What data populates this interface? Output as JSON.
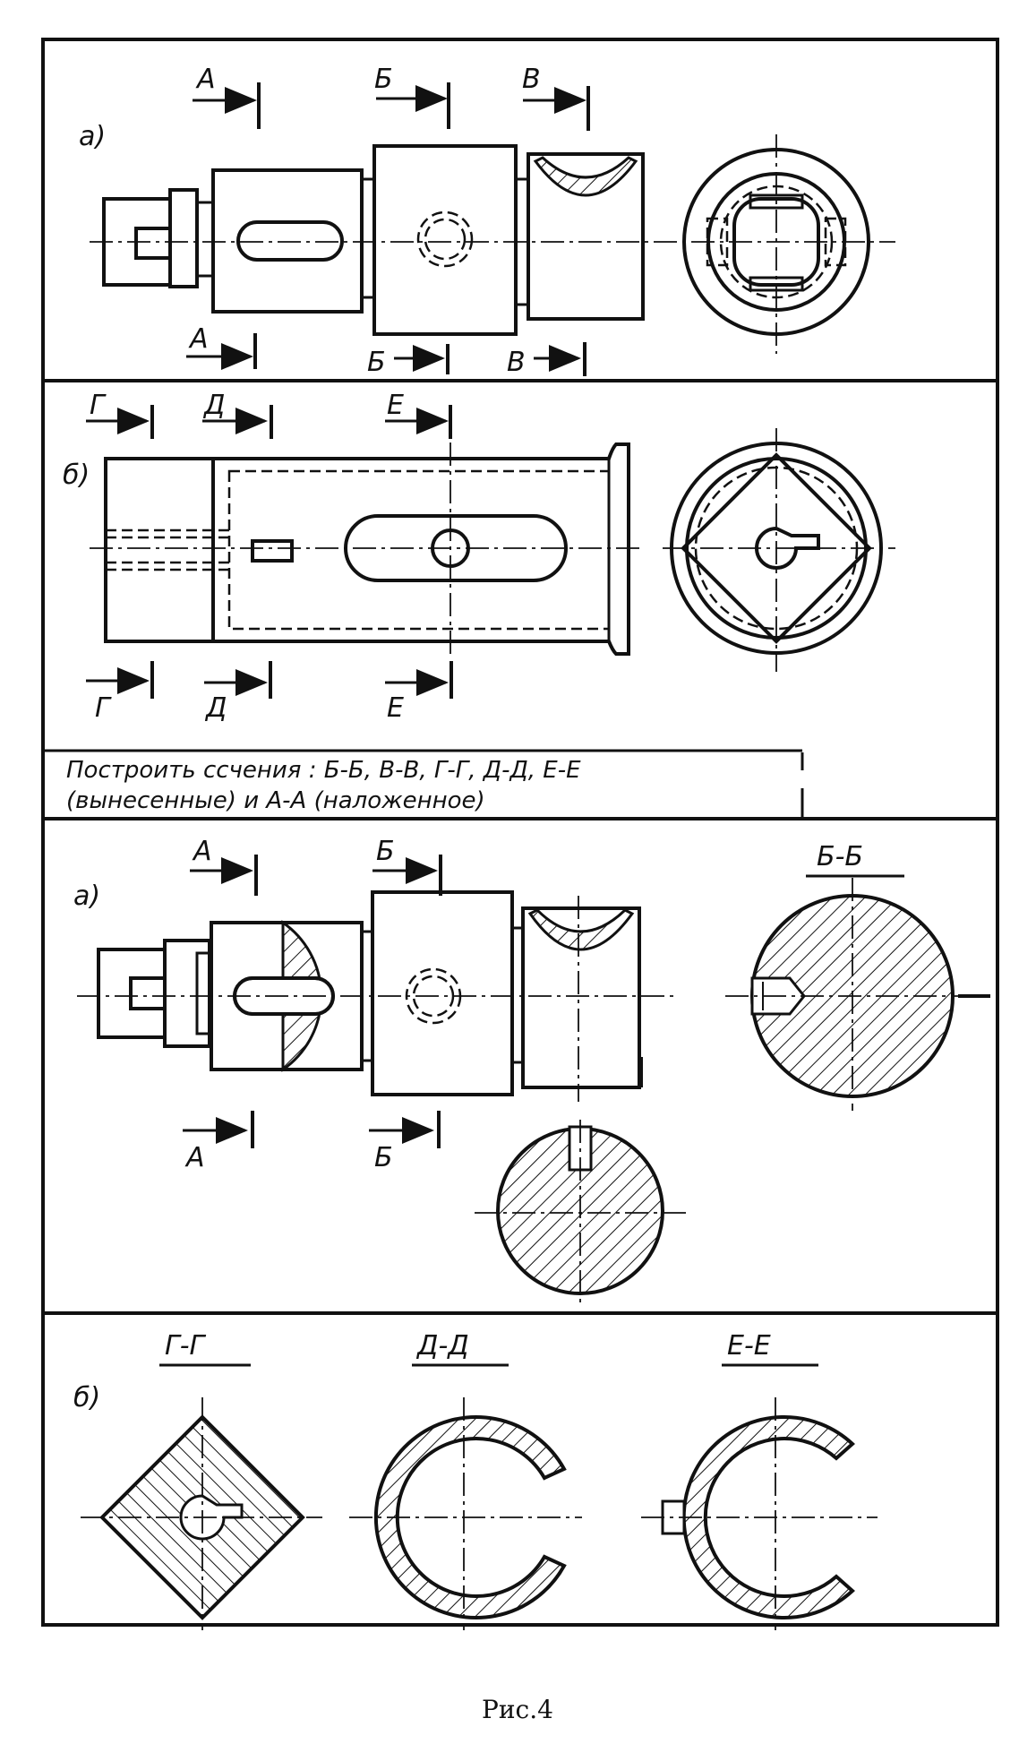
{
  "figure": {
    "caption": "Рис.4"
  },
  "panel_top": {
    "part_a": {
      "label": "а)",
      "section_marks": [
        "А",
        "Б",
        "В"
      ]
    },
    "part_b": {
      "label": "б)",
      "section_marks": [
        "Г",
        "Д",
        "Е"
      ]
    }
  },
  "task": {
    "line1": "Построить  ссчения : Б-Б,  В-В, Г-Г, Д-Д, Е-Е",
    "line2": "(вынесенные)   и  А-А (наложенное)"
  },
  "panel_bottom": {
    "part_a": {
      "label": "а)",
      "section_marks": [
        "А",
        "Б"
      ],
      "section_title": "Б-Б"
    },
    "part_b": {
      "label": "б)",
      "section_titles": [
        "Г-Г",
        "Д-Д",
        "Е-Е"
      ]
    }
  }
}
